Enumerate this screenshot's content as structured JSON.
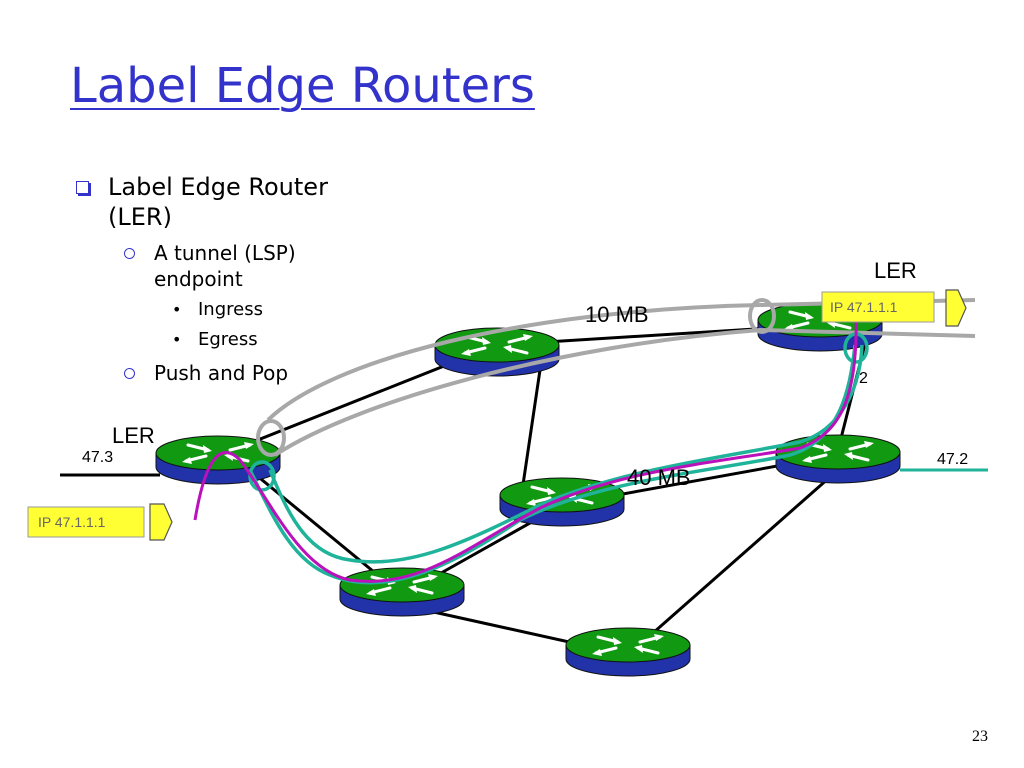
{
  "slide": {
    "title": "Label Edge Routers",
    "page_number": "23"
  },
  "bullets": {
    "level1": {
      "line1": "Label Edge Router",
      "line2": "(LER)"
    },
    "tunnel": {
      "line1": "A tunnel (LSP)",
      "line2": "endpoint"
    },
    "ingress": "Ingress",
    "egress": "Egress",
    "push_pop": "Push and Pop"
  },
  "diagram": {
    "ler_left_label": "LER",
    "ler_right_label": "LER",
    "bandwidth_top": "10 MB",
    "bandwidth_mid": "40 MB",
    "net_left": "47.3",
    "net_right": "47.2",
    "net_right_partial": "2",
    "packet_left": "IP 47.1.1.1",
    "packet_right": "IP 47.1.1.1",
    "colors": {
      "router_top": "#119911",
      "router_side": "#2233aa",
      "tunnel_gray": "#a8a8a8",
      "path_teal": "#1fb39a",
      "path_magenta": "#bb11bb",
      "packet_fill": "#ffff33"
    }
  }
}
